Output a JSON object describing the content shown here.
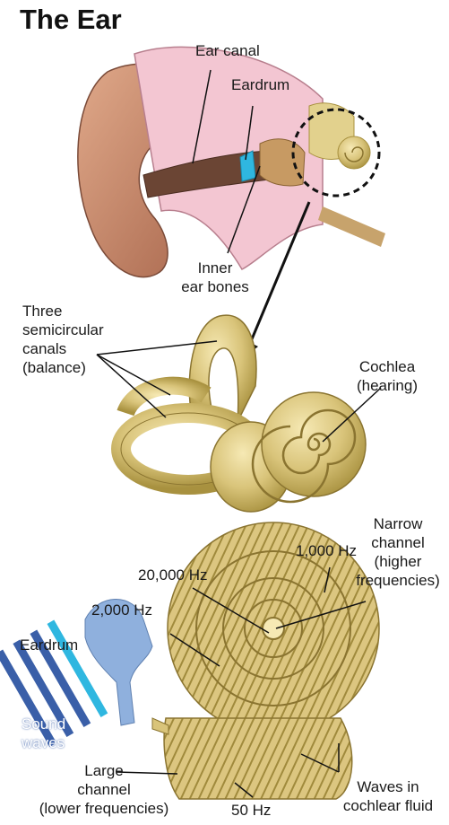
{
  "title": "The Ear",
  "labels": {
    "ear_canal": "Ear canal",
    "eardrum_top": "Eardrum",
    "inner_ear_bones": [
      "Inner",
      "ear bones"
    ],
    "three_semicircular": [
      "Three",
      "semicircular",
      "canals",
      "(balance)"
    ],
    "cochlea": [
      "Cochlea",
      "(hearing)"
    ],
    "hz_1000": "1,000 Hz",
    "hz_20000": "20,000 Hz",
    "hz_2000": "2,000 Hz",
    "narrow_channel": [
      "Narrow",
      "channel",
      "(higher",
      "frequencies)"
    ],
    "eardrum_bottom": "Eardrum",
    "sound_waves": [
      "Sound",
      "waves"
    ],
    "large_channel": [
      "Large",
      "channel",
      "(lower frequencies)"
    ],
    "hz_50": "50 Hz",
    "waves_in_fluid": [
      "Waves in",
      "cochlear fluid"
    ]
  },
  "colors": {
    "skin": "#c98a6a",
    "skin_dark": "#9a5a45",
    "pink_tissue": "#f3c6d2",
    "bone_gold": "#d9c47a",
    "bone_gold_dark": "#a8913f",
    "blue_membrane": "#2fb7e0",
    "sound_blue": "#3a5fa8",
    "eardrum_blue": "#8fb0dd"
  }
}
